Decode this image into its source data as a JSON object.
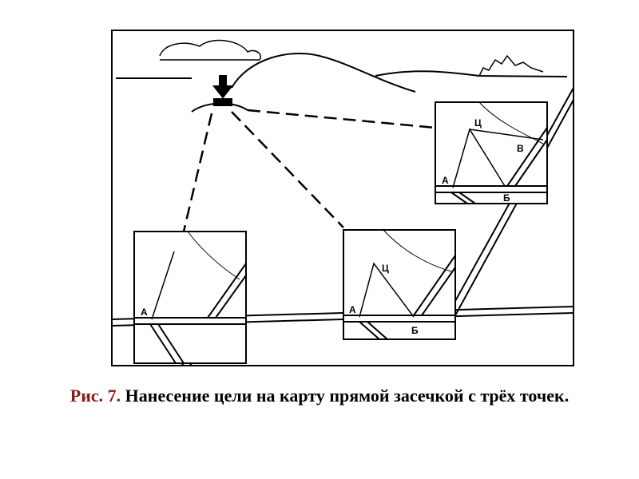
{
  "figure": {
    "labels": {
      "target": "Ц",
      "point_a": "А",
      "point_b": "Б",
      "point_v": "В"
    }
  },
  "caption": {
    "number": "Рис. 7.",
    "text": "Нанесение цели на карту прямой засечкой с трёх точек.",
    "color_number": "#8b1a1a"
  }
}
